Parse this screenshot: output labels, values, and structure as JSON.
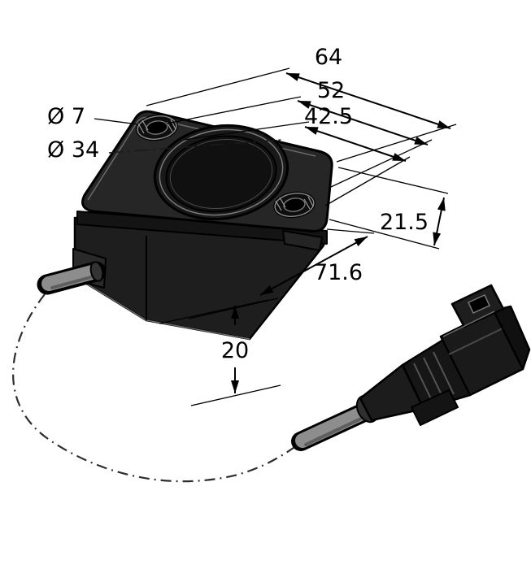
{
  "figure": {
    "background": "#ffffff",
    "body_fill": "#262626",
    "line_color": "#000000",
    "dimensions": {
      "total_width": "64",
      "hole_spacing": "52",
      "inner_width": "42.5",
      "side_height": "21.5",
      "body_length": "71.6",
      "body_height": "20",
      "mount_hole_diameter": "Ø 7",
      "recess_diameter": "Ø 34"
    }
  }
}
